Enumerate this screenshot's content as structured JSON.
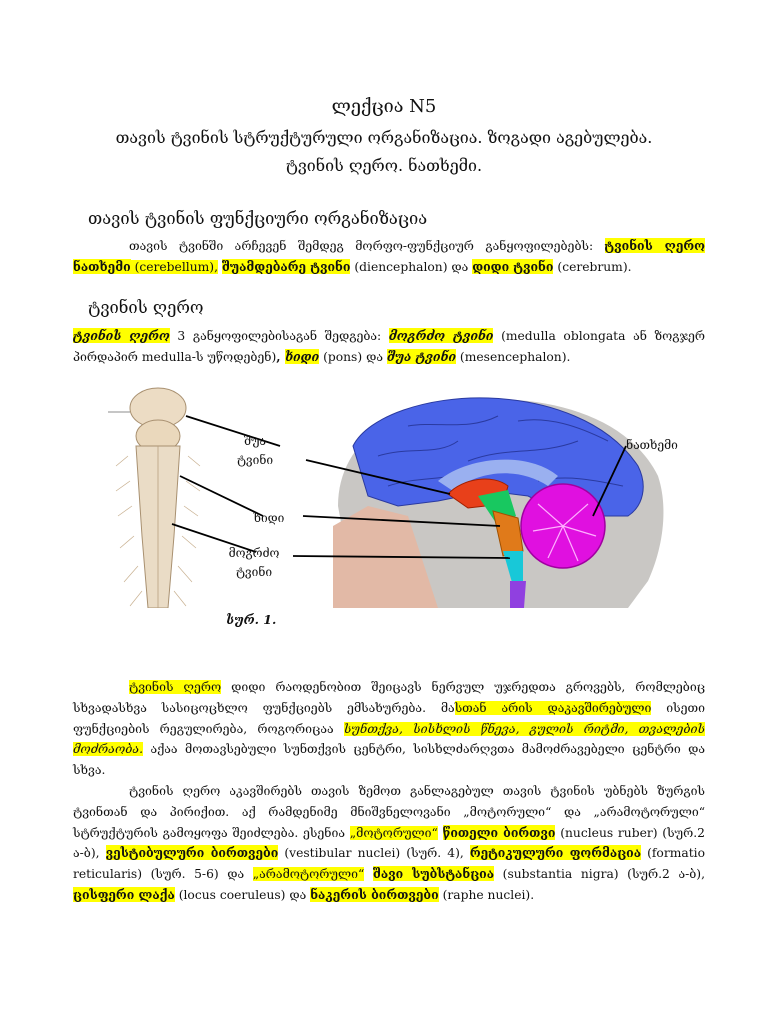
{
  "header": {
    "lecture": "ლექცია N5",
    "subtitle1": "თავის ტვინის სტრუქტურული ორგანიზაცია. ზოგადი აგებულება.",
    "subtitle2": "ტვინის ღერო. ნათხემი."
  },
  "section1": {
    "heading": "თავის ტვინის ფუნქციური ორგანიზაცია",
    "p1": "თავის ტვინში არჩევენ შემდეგ მორფო-ფუნქციურ განყოფილებებს: ",
    "t_stem": "ტვინის ღერო",
    "t_cereb": "ნათხემი",
    "latin_cereb": "(cerebellum),",
    "t_dien": "შუამდებარე ტვინი",
    "latin_dien": "(diencephalon) და",
    "t_big": "დიდი ტვინი",
    "latin_big": "(cerebrum)."
  },
  "section2": {
    "heading": "ტვინის ღერო",
    "t_stem": "ტვინის ღერო",
    "consists": "3 განყოფილებისაგან შედგება:",
    "t_medulla": "მოგრძო ტვინი",
    "medulla_note1": "(medulla oblongata ან ზოგჯერ პირდაპირ",
    "medulla_note2": "medulla-ს უწოდებენ)",
    "t_pons": "ხიდი",
    "pons_note": "(pons) და",
    "t_mid": "შუა ტვინი",
    "mid_note": "(mesencephalon)."
  },
  "figure": {
    "label_mid_1": "შუა",
    "label_mid_2": "ტვინი",
    "label_pons": "ხიდი",
    "label_medulla_1": "მოგრძო",
    "label_medulla_2": "ტვინი",
    "label_cerebellum": "ნათხემი",
    "caption": "სურ. 1.",
    "colors": {
      "cortex": "#4a64e8",
      "mid": "#e8401a",
      "pons": "#e07a1a",
      "medulla": "#18c8d8",
      "cerebellum": "#e010e0",
      "stem_low": "#9040e0",
      "skin": "#e2b9a6",
      "bone": "#c9c7c4"
    }
  },
  "para3": {
    "t_stem": "ტვინის ღერო",
    "a": " დიდი რაოდენობით შეიცავს ნერვულ უჯრედთა გროვებს, რომლებიც სხვადასხვა სასიცოცხლო ფუნქციებს ემსახურება. მა",
    "b": "სთან არის დაკავშირებული",
    "c": " ისეთი ფუნქციების რეგულირება, როგორიცაა ",
    "d": "სუნთქვა, სისხლის წნევა, გულის რიტმი, თვალების მოძრაობა.",
    "e": " აქაა მოთავსებული სუნთქვის ცენტრი, სისხლძარღვთა მამოძრავებელი ცენტრი და სხვა."
  },
  "para4": {
    "a": "ტვინის ღერო აკავშირებს თავის ზემოთ განლაგებულ თავის ტვინის უბნებს ზურგის ტვინთან და პირიქით. აქ რამდენიმე მნიშვნელოვანი „მოტორული“ და „არამოტორული“ სტრუქტურის გამოყოფა შეიძლება. ესენია ",
    "moto": "„მოტორული“",
    "red": "წითელი ბირთვი",
    "red_note": " (nucleus ruber) (სურ.2 ა-ბ), ",
    "vest": "ვესტიბულური ბირთვები",
    "vest_note": " (vestibular nuclei) (სურ. 4), ",
    "retic": "რეტიკულური ფორმაცია",
    "retic_note": " (formatio reticularis) (სურ. 5-6) და ",
    "nonmoto": "„არამოტორული“",
    "nigra": "შავი სუბსტანცია",
    "nigra_note": " (substantia nigra) (სურ.2 ა-ბ), ",
    "coer": "ცისფერი ლაქა",
    "coer_note": " (locus coeruleus) და ",
    "raphe": "ნაკერის ბირთვები",
    "raphe_note": " (raphe nuclei)."
  }
}
